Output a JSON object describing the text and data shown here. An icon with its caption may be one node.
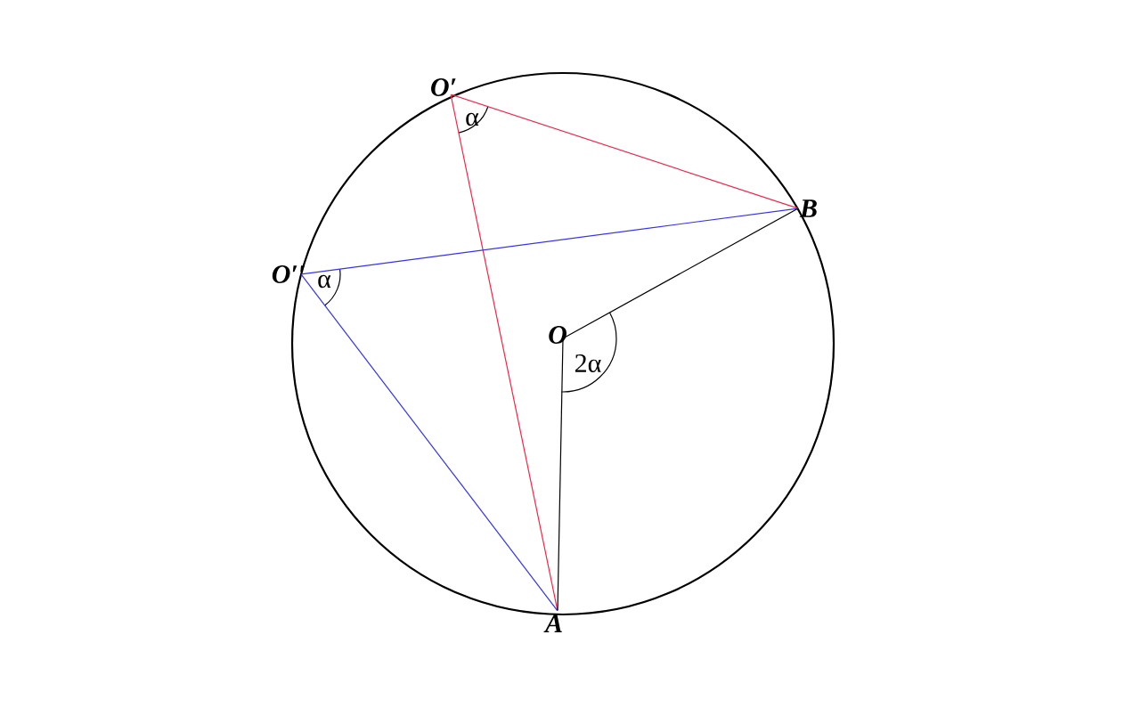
{
  "diagram": {
    "nodes": [
      {
        "text": [
          "O′"
        ]
      },
      {
        "text": [
          "B"
        ]
      },
      {
        "text": [
          "O′′"
        ]
      },
      {
        "text": [
          "O"
        ]
      },
      {
        "text": [
          "A"
        ]
      }
    ],
    "edges": [
      {
        "from": 0,
        "to": 1,
        "arrow": "none",
        "color": "#f0284a"
      },
      {
        "from": 0,
        "to": 4,
        "arrow": "none",
        "color": "#f0284a"
      },
      {
        "from": 2,
        "to": 1,
        "arrow": "none",
        "color": "#3333ee"
      },
      {
        "from": 2,
        "to": 4,
        "arrow": "none",
        "color": "#3333ee"
      },
      {
        "from": 3,
        "to": 1,
        "arrow": "none",
        "color": "#000000"
      },
      {
        "from": 3,
        "to": 4,
        "arrow": "none",
        "color": "#000000"
      }
    ],
    "labels": [
      "α",
      "α",
      "2α"
    ]
  }
}
